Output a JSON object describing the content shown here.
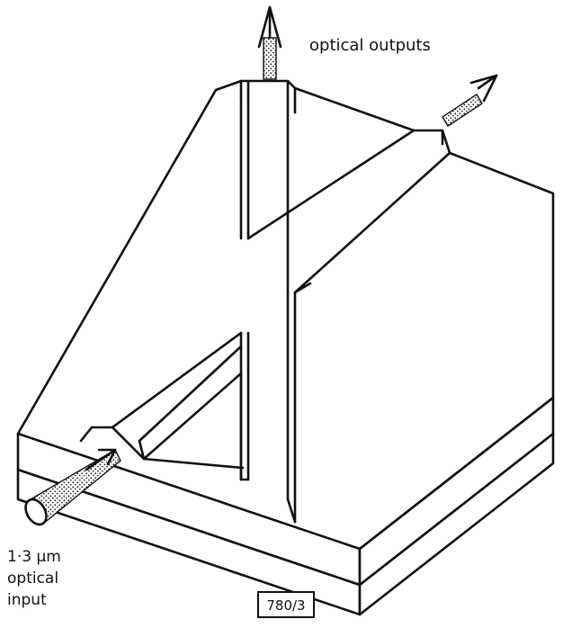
{
  "labels": {
    "outputs": "optical outputs",
    "input_line1": "1·3 µm",
    "input_line2": "optical",
    "input_line3": "input",
    "figure_id": "780/3"
  },
  "colors": {
    "ink": "#111111",
    "paper": "#ffffff"
  },
  "icons": [
    "output-arrow-vertical",
    "output-arrow-diagonal",
    "input-beam-cone",
    "input-arrow"
  ]
}
